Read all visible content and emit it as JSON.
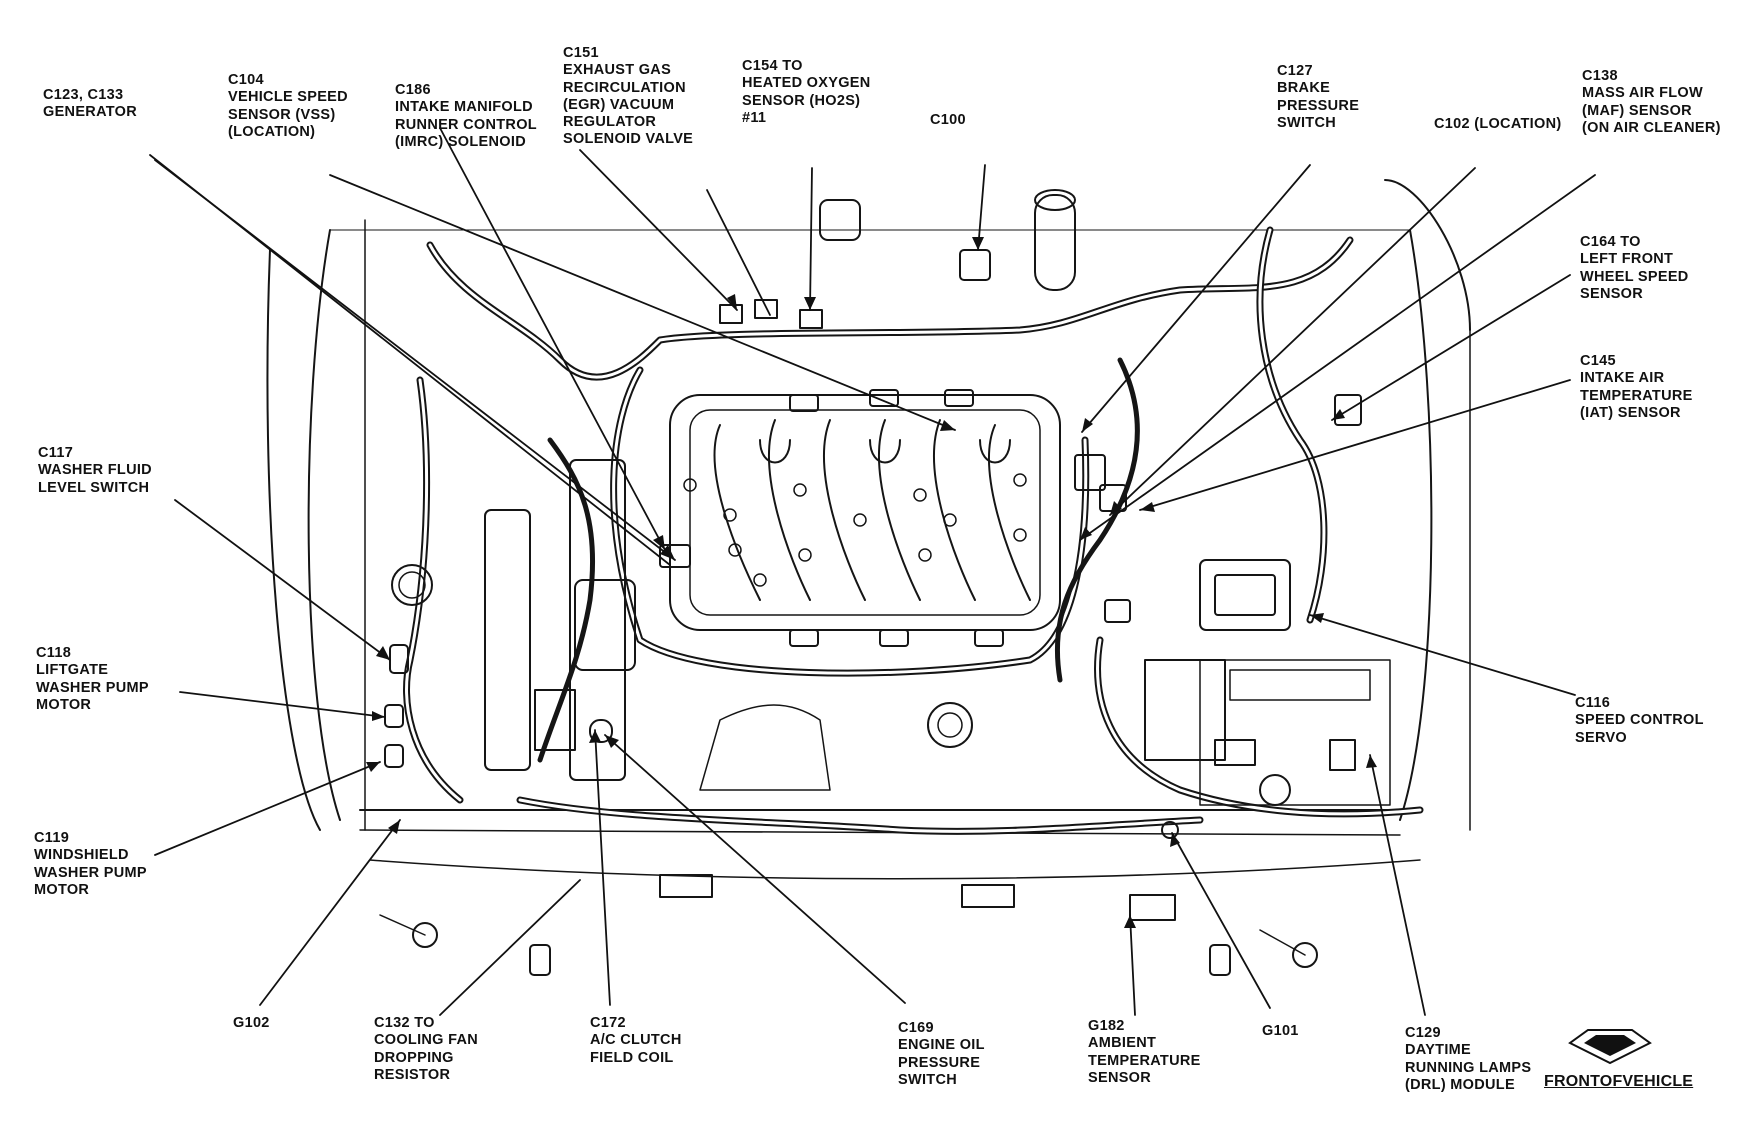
{
  "labels": {
    "c123": [
      "C123, C133",
      "GENERATOR"
    ],
    "c104": [
      "C104",
      "VEHICLE SPEED",
      "SENSOR (VSS)",
      "(LOCATION)"
    ],
    "c186": [
      "C186",
      "INTAKE MANIFOLD",
      "RUNNER CONTROL",
      "(IMRC) SOLENOID"
    ],
    "c151": [
      "C151",
      "EXHAUST GAS",
      "RECIRCULATION",
      "(EGR) VACUUM",
      "REGULATOR",
      "SOLENOID VALVE"
    ],
    "c154": [
      "C154 TO",
      "HEATED OXYGEN",
      "SENSOR (HO2S)",
      "#11"
    ],
    "c100": [
      "C100"
    ],
    "c127": [
      "C127",
      "BRAKE",
      "PRESSURE",
      "SWITCH"
    ],
    "c102": [
      "C102 (LOCATION)"
    ],
    "c138": [
      "C138",
      "MASS AIR FLOW",
      "(MAF) SENSOR",
      "(ON AIR CLEANER)"
    ],
    "c164": [
      "C164 TO",
      "LEFT FRONT",
      "WHEEL SPEED",
      "SENSOR"
    ],
    "c145": [
      "C145",
      "INTAKE AIR",
      "TEMPERATURE",
      "(IAT) SENSOR"
    ],
    "c117": [
      "C117",
      "WASHER FLUID",
      "LEVEL SWITCH"
    ],
    "c118": [
      "C118",
      "LIFTGATE",
      "WASHER PUMP",
      "MOTOR"
    ],
    "c119": [
      "C119",
      "WINDSHIELD",
      "WASHER PUMP",
      "MOTOR"
    ],
    "c116": [
      "C116",
      "SPEED CONTROL",
      "SERVO"
    ],
    "g102": [
      "G102"
    ],
    "c132": [
      "C132 TO",
      "COOLING FAN",
      "DROPPING",
      "RESISTOR"
    ],
    "c172": [
      "C172",
      "A/C CLUTCH",
      "FIELD COIL"
    ],
    "c169": [
      "C169",
      "ENGINE OIL",
      "PRESSURE",
      "SWITCH"
    ],
    "g182": [
      "G182",
      "AMBIENT",
      "TEMPERATURE",
      "SENSOR"
    ],
    "g101": [
      "G101"
    ],
    "c129": [
      "C129",
      "DAYTIME",
      "RUNNING LAMPS",
      "(DRL) MODULE"
    ]
  },
  "front_of_vehicle": "FRONTOFVEHICLE"
}
